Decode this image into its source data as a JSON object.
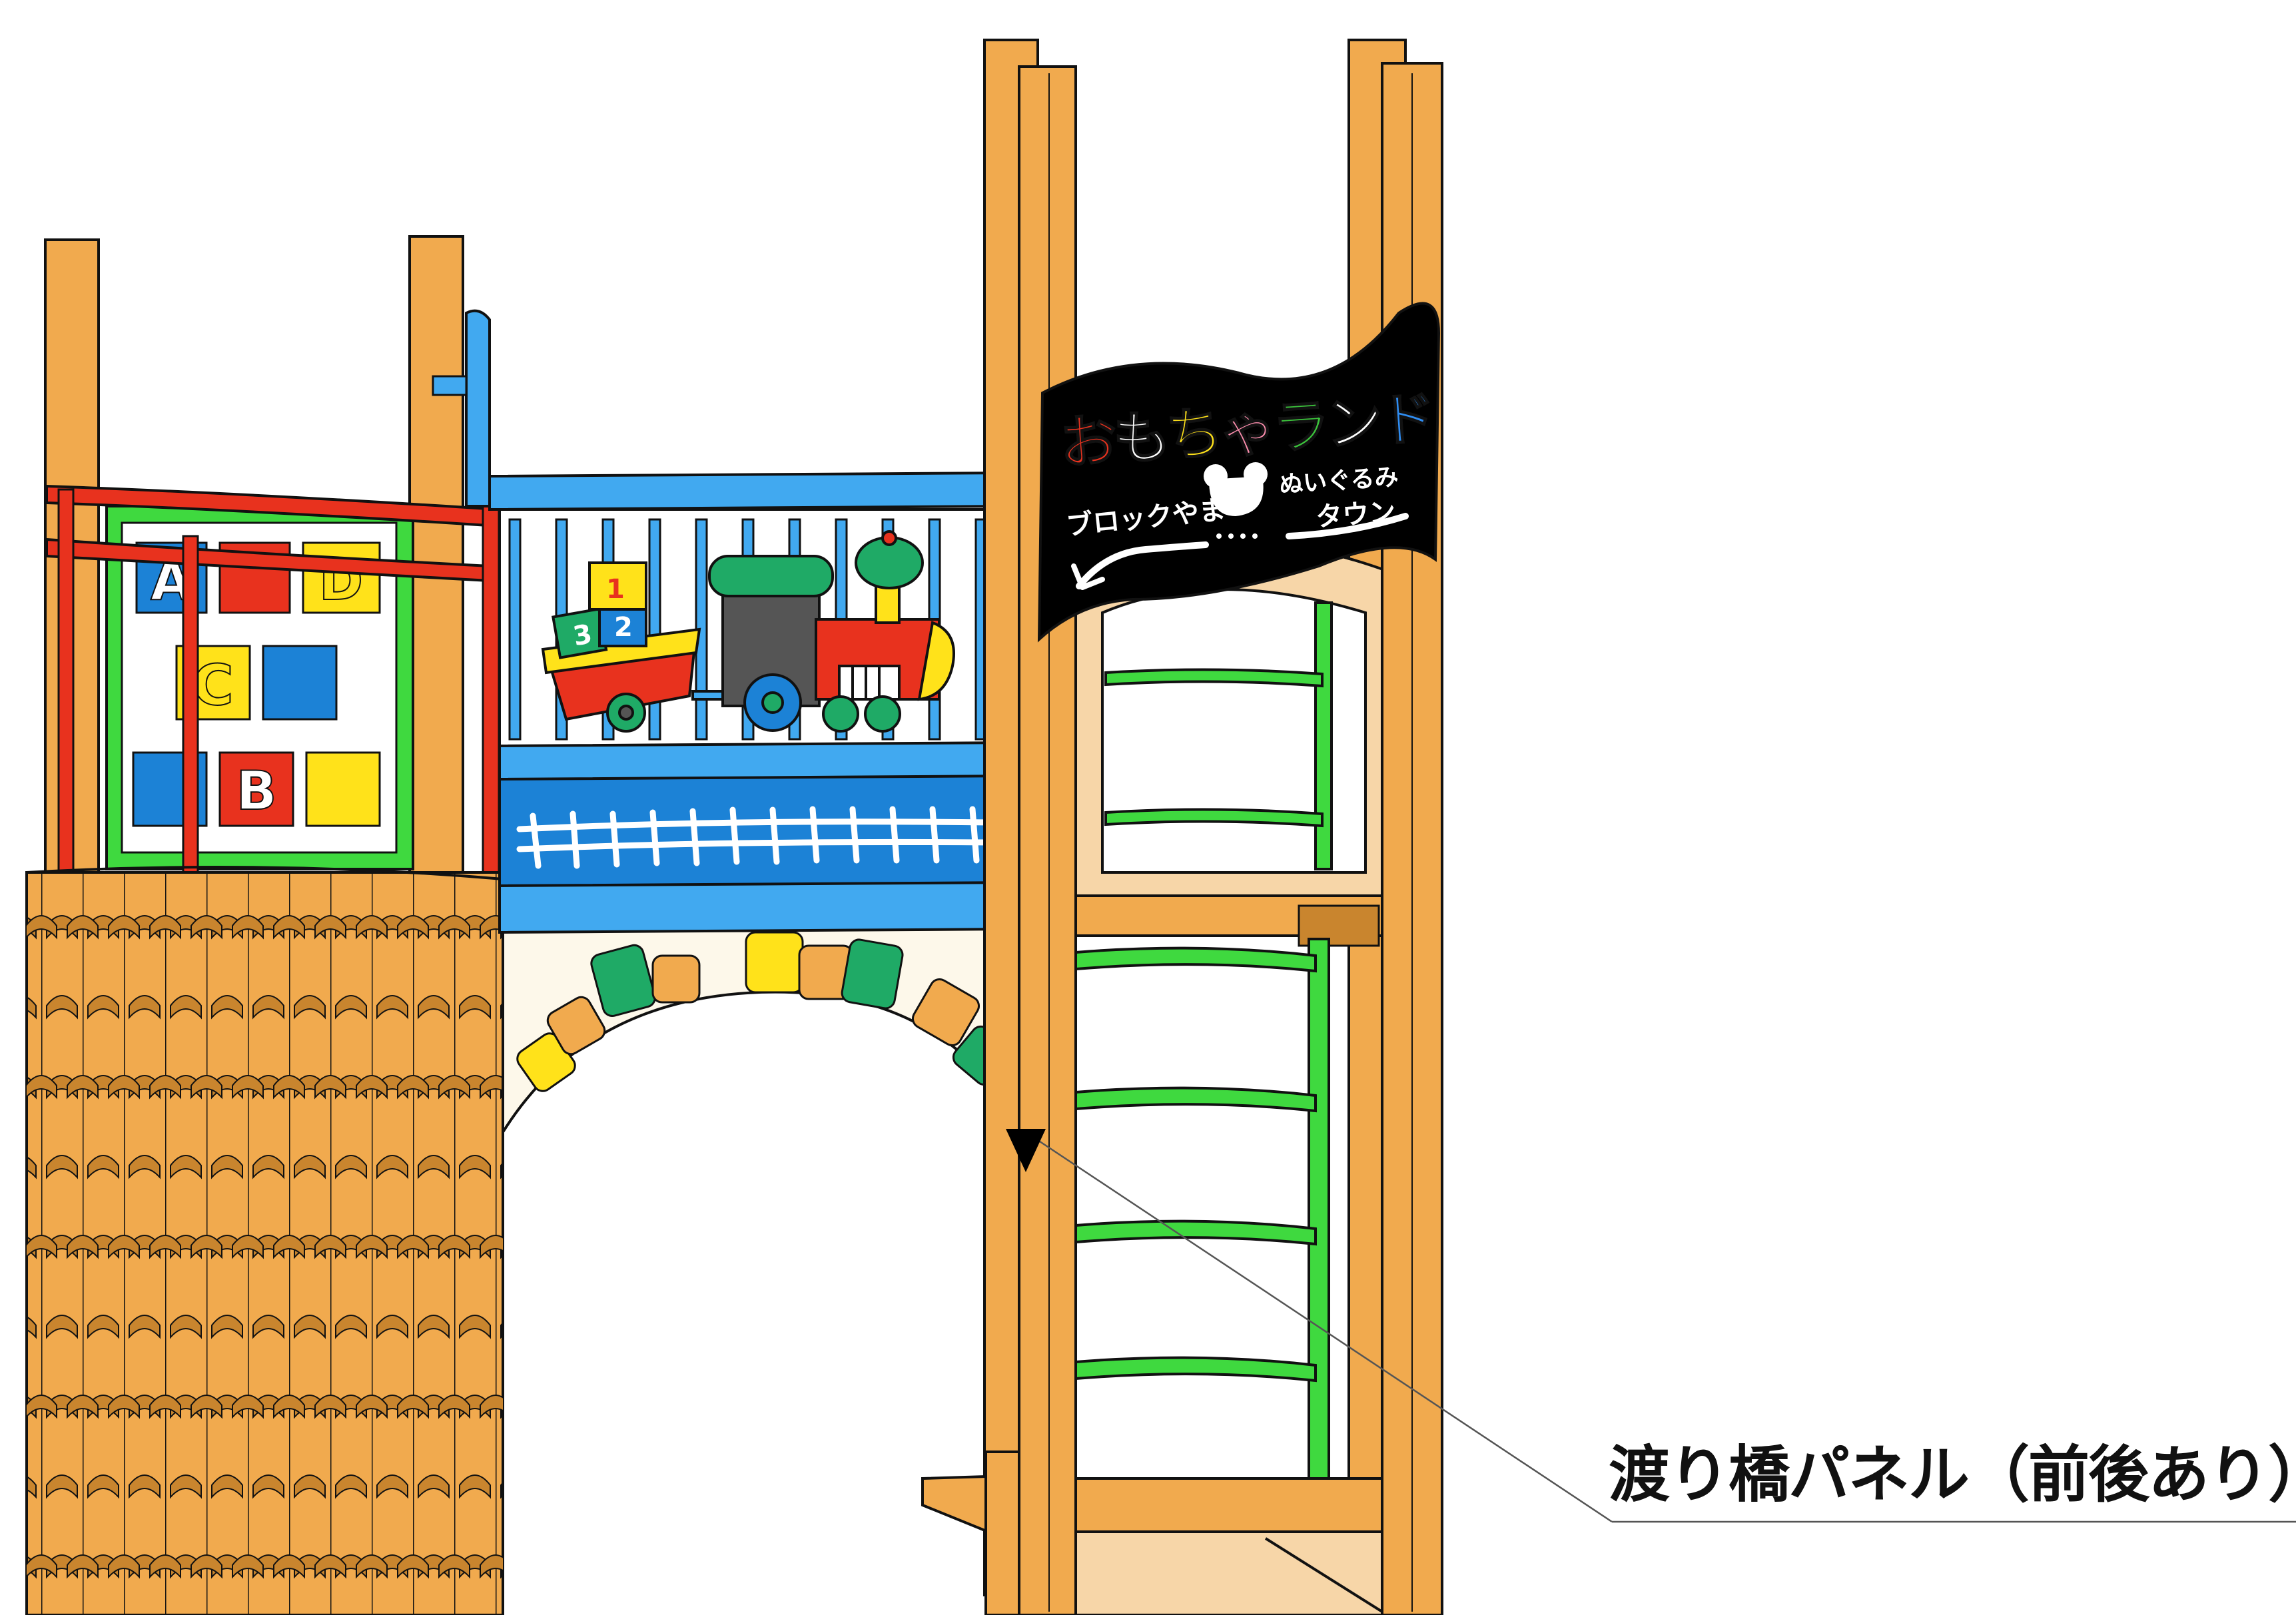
{
  "callout": {
    "label": "渡り橋パネル（前後あり）"
  },
  "sign": {
    "title_chars": [
      "お",
      "も",
      "ち",
      "ゃ",
      "ラ",
      "ン",
      "ド"
    ],
    "title_colors": [
      "#e8321e",
      "#ffffff",
      "#ffe21a",
      "#ff8fb0",
      "#3cc43c",
      "#ffffff",
      "#2f8df2"
    ],
    "left_text": "ブロックやま",
    "right_text_line1": "ぬいぐるみ",
    "right_text_line2": "タウン"
  },
  "blocks_panel": {
    "letters": [
      "A",
      "D",
      "C",
      "B"
    ]
  },
  "train": {
    "cargo_numbers": [
      "1",
      "2",
      "3"
    ]
  },
  "colors": {
    "wood": "#f1aa4e",
    "wood_dark": "#c9852e",
    "bridge_blue": "#1c82d6",
    "bridge_light_blue": "#41a9f0",
    "rail_red": "#e8321e",
    "ladder_green": "#3fd93f",
    "sign_black": "#000000",
    "arch_cream": "#fdf8ea"
  }
}
